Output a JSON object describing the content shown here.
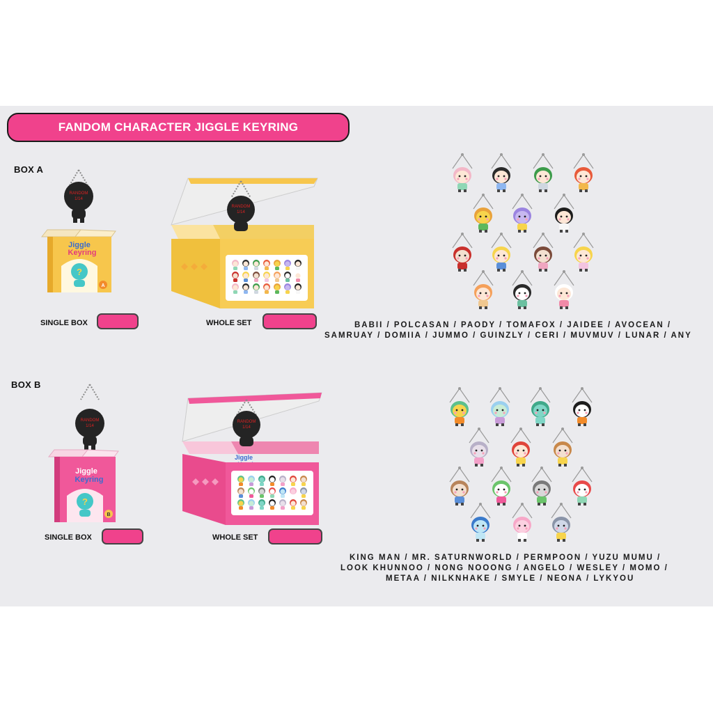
{
  "title": "FANDOM CHARACTER JIGGLE KEYRING",
  "box_a": {
    "label": "BOX A",
    "single_box_label": "SINGLE BOX",
    "whole_set_label": "WHOLE SET",
    "product_name_line1": "Jiggle",
    "product_name_line2": "Keyring",
    "random_tag": "RANDOM",
    "random_count": "1/14",
    "box_letter": "A",
    "box_color": "#f7c64c",
    "names_line1": "BABII / POLCASAN / PAODY / TOMAFOX / JAIDEE / AVOCEAN /",
    "names_line2": "SAMRUAY / DOMIIA / JUMMO / GUINZLY / CERI / MUVMUV / LUNAR / ANY"
  },
  "box_b": {
    "label": "BOX B",
    "single_box_label": "SINGLE BOX",
    "whole_set_label": "WHOLE SET",
    "product_name_line1": "Jiggle",
    "product_name_line2": "Keyring",
    "random_tag": "RANDOM",
    "random_count": "1/14",
    "box_letter": "B",
    "box_color": "#f0589a",
    "names_line1": "KING MAN / MR. SATURNWORLD / PERMPOON / YUZU MUMU /",
    "names_line2": "LOOK KHUNNOO / NONG NOOONG / ANGELO / WESLEY / MOMO /",
    "names_line3": "METAA / NILKNHAKE / SMYLE / NEONA / LYKYOU"
  },
  "colors": {
    "accent_pink": "#f0428c",
    "panel_bg": "#ebebee"
  }
}
